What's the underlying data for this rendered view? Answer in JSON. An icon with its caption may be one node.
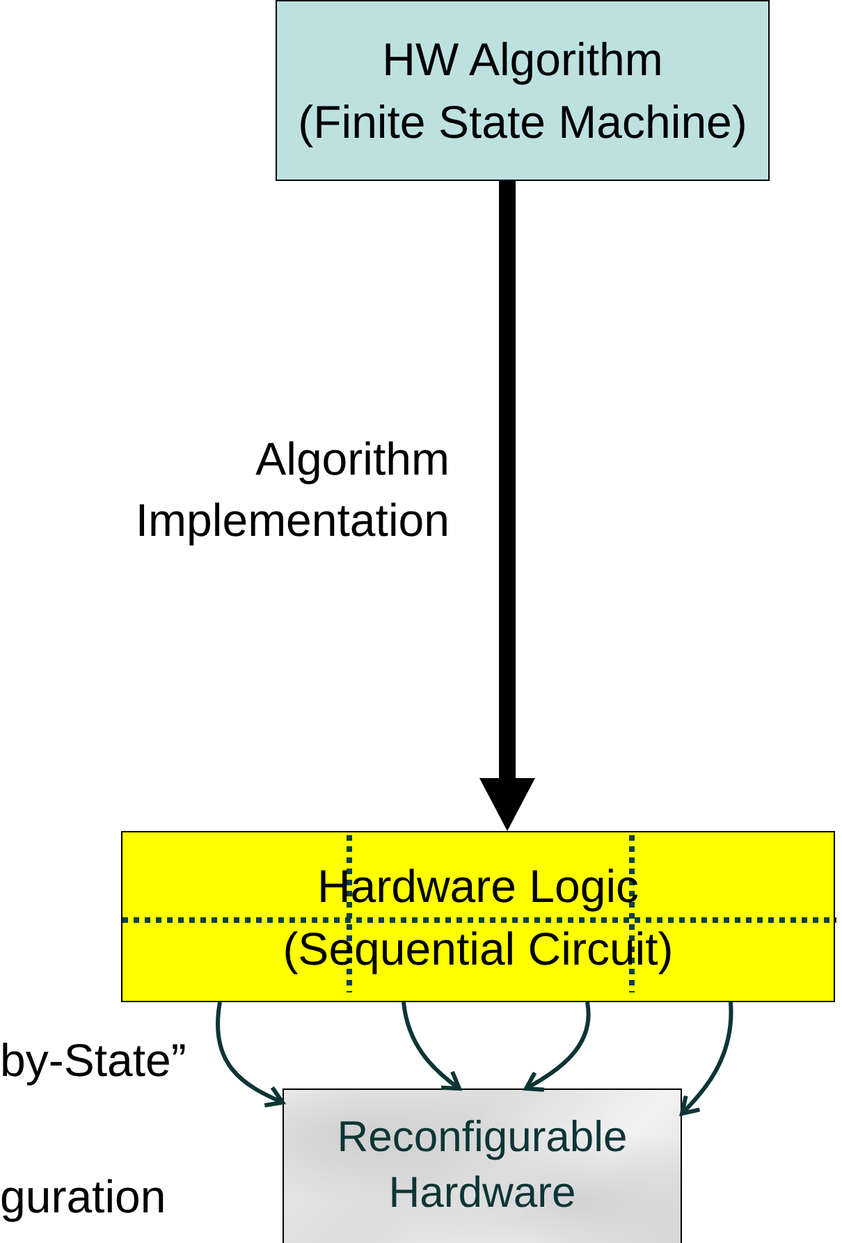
{
  "diagram": {
    "nodes": [
      {
        "text": [
          "HW Algorithm",
          "(Finite State Machine)"
        ]
      },
      {
        "text": [
          "Hardware Logic",
          "(Sequential Circuit)"
        ]
      },
      {
        "text": [
          "Reconfigurable Hardware"
        ]
      }
    ],
    "edges": [
      {
        "from": 0,
        "to": 1,
        "arrow": "to",
        "label": "Algorithm Implementation",
        "style": "thick",
        "color": "#000000"
      },
      {
        "from": 1,
        "to": 2,
        "arrow": "to"
      },
      {
        "from": 1,
        "to": 2,
        "arrow": "to"
      },
      {
        "from": 1,
        "to": 2,
        "arrow": "to"
      },
      {
        "from": 1,
        "to": 2,
        "arrow": "to"
      }
    ],
    "labels": [
      "by-State”",
      "guration"
    ]
  }
}
